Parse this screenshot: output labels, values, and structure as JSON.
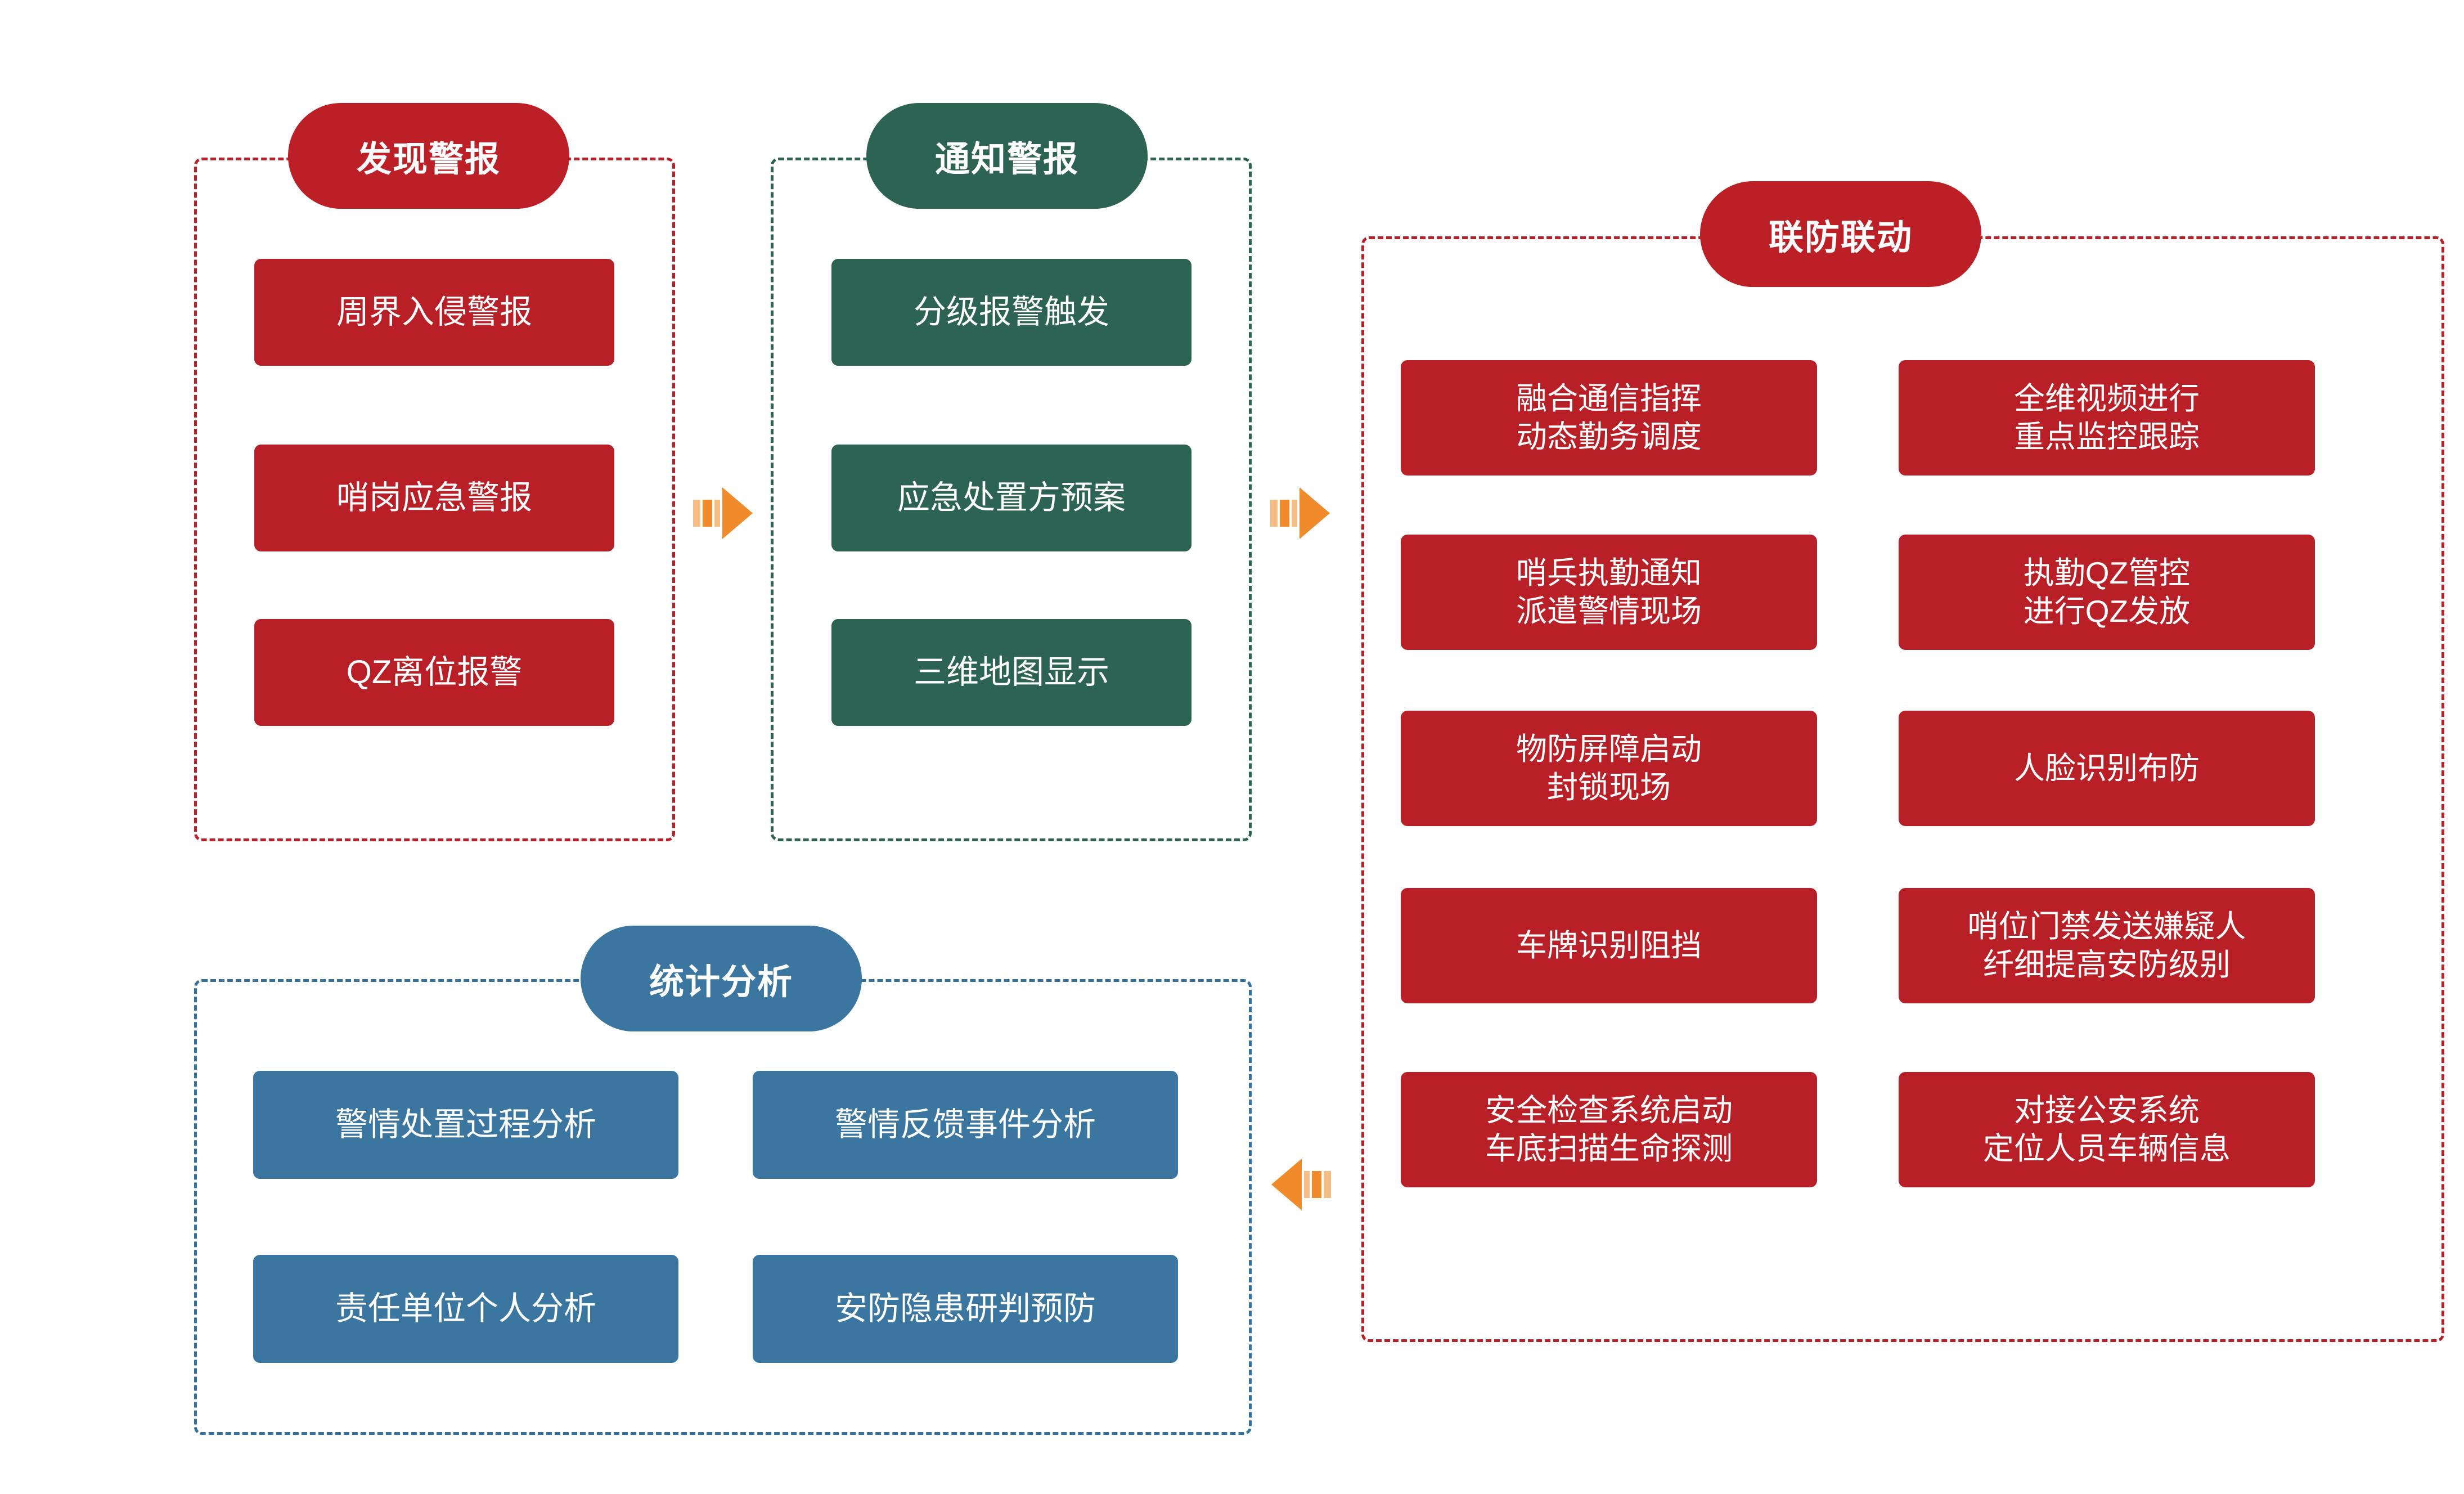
{
  "diagram": {
    "title_hidden": "",
    "colors": {
      "red": "#B81F26",
      "pill_red": "#BC1F26",
      "green": "#2C6352",
      "blue": "#3A76A0",
      "arrow_orange": "#F08A2B",
      "arrow_orange_light": "#F6BE85",
      "background": "#FFFFFF"
    },
    "sections": [
      {
        "id": "discover-alarm",
        "title": "发现警报",
        "color": "red",
        "items": [
          {
            "line1": "周界入侵警报",
            "line2": ""
          },
          {
            "line1": "哨岗应急警报",
            "line2": ""
          },
          {
            "line1": "QZ离位报警",
            "line2": ""
          }
        ]
      },
      {
        "id": "notify-alarm",
        "title": "通知警报",
        "color": "green",
        "items": [
          {
            "line1": "分级报警触发",
            "line2": ""
          },
          {
            "line1": "应急处置方预案",
            "line2": ""
          },
          {
            "line1": "三维地图显示",
            "line2": ""
          }
        ]
      },
      {
        "id": "joint-defense",
        "title": "联防联动",
        "color": "red",
        "items_left": [
          {
            "line1": "融合通信指挥",
            "line2": "动态勤务调度"
          },
          {
            "line1": "哨兵执勤通知",
            "line2": "派遣警情现场"
          },
          {
            "line1": "物防屏障启动",
            "line2": "封锁现场"
          },
          {
            "line1": "车牌识别阻挡",
            "line2": ""
          },
          {
            "line1": "安全检查系统启动",
            "line2": "车底扫描生命探测"
          }
        ],
        "items_right": [
          {
            "line1": "全维视频进行",
            "line2": "重点监控跟踪"
          },
          {
            "line1": "执勤QZ管控",
            "line2": "进行QZ发放"
          },
          {
            "line1": "人脸识别布防",
            "line2": ""
          },
          {
            "line1": "哨位门禁发送嫌疑人",
            "line2": "纤细提高安防级别"
          },
          {
            "line1": "对接公安系统",
            "line2": "定位人员车辆信息"
          }
        ]
      },
      {
        "id": "statistical-analysis",
        "title": "统计分析",
        "color": "blue",
        "items": [
          {
            "line1": "警情处置过程分析",
            "line2": ""
          },
          {
            "line1": "警情反馈事件分析",
            "line2": ""
          },
          {
            "line1": "责任单位个人分析",
            "line2": ""
          },
          {
            "line1": "安防隐患研判预防",
            "line2": ""
          }
        ]
      }
    ],
    "arrows": [
      {
        "id": "arrow-discover-to-notify",
        "direction": "right"
      },
      {
        "id": "arrow-notify-to-joint",
        "direction": "right"
      },
      {
        "id": "arrow-joint-to-stats",
        "direction": "left"
      }
    ]
  }
}
